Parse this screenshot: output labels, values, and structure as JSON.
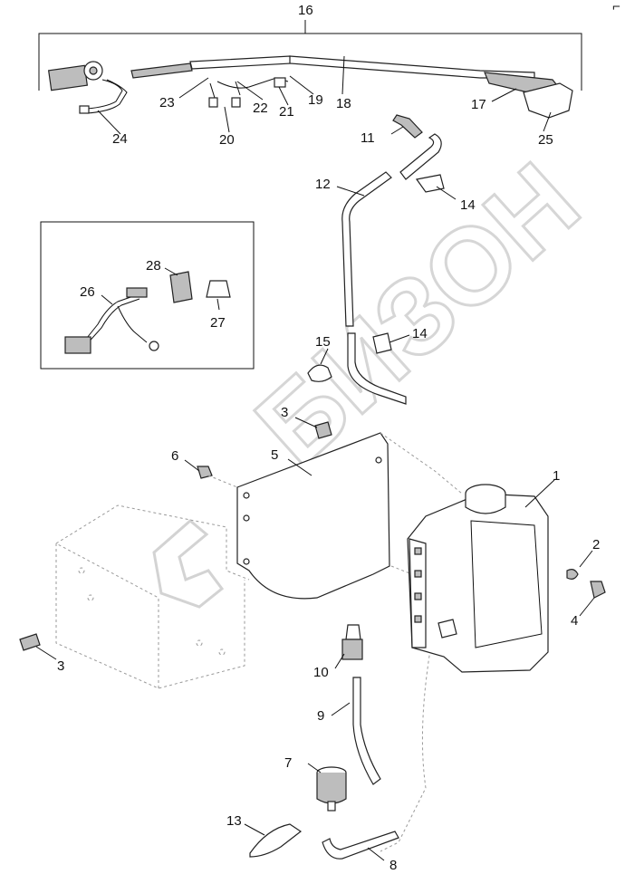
{
  "watermark": "БИЗОН",
  "corner_mark": "⌐",
  "callouts": {
    "c16": "16",
    "c17": "17",
    "c18": "18",
    "c19": "19",
    "c20": "20",
    "c21": "21",
    "c22": "22",
    "c23": "23",
    "c24": "24",
    "c25": "25",
    "c11": "11",
    "c12": "12",
    "c14a": "14",
    "c14b": "14",
    "c26": "26",
    "c27": "27",
    "c28": "28",
    "c15": "15",
    "c3a": "3",
    "c3b": "3",
    "c5": "5",
    "c6": "6",
    "c1": "1",
    "c2": "2",
    "c4": "4",
    "c7": "7",
    "c8": "8",
    "c9": "9",
    "c10": "10",
    "c13": "13"
  },
  "colors": {
    "line": "#111111",
    "part_fill": "#bdbdbd",
    "watermark": "#d3d3d3",
    "hidden_lines": "#9a9a9a"
  }
}
